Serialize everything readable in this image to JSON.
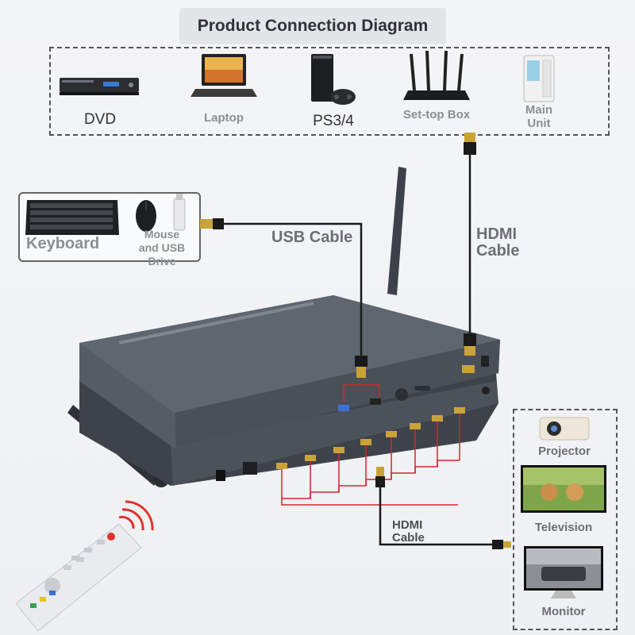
{
  "title": "Product Connection Diagram",
  "sources": [
    {
      "label": "DVD"
    },
    {
      "label": "Laptop"
    },
    {
      "label": "PS3/4"
    },
    {
      "label": "Set-top Box"
    },
    {
      "label": "Main\nUnit"
    }
  ],
  "peripherals": {
    "keyboard": "Keyboard",
    "mouse_usb": "Mouse\nand USB\nDrive"
  },
  "cables": {
    "usb": "USB Cable",
    "hdmi_in": "HDMI\nCable",
    "hdmi_out": "HDMI\nCable"
  },
  "outputs": [
    {
      "label": "Projector"
    },
    {
      "label": "Television"
    },
    {
      "label": "Monitor"
    }
  ],
  "colors": {
    "device_body": "#4a4f57",
    "device_top": "#5a6069",
    "connector_gold": "#c9a33a",
    "red_line": "#d9232e",
    "label_gray": "#8a8f95"
  }
}
